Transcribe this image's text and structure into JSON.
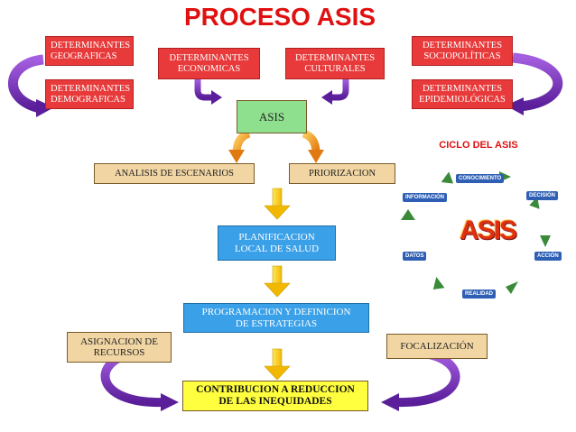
{
  "title": "PROCESO ASIS",
  "boxes": {
    "det_geograficas": "DETERMINANTES\nGEOGRAFICAS",
    "det_demograficas": "DETERMINANTES\nDEMOGRAFICAS",
    "det_economicas": "DETERMINANTES\nECONOMICAS",
    "det_culturales": "DETERMINANTES\nCULTURALES",
    "det_sociopoliticas": "DETERMINANTES\nSOCIOPOLÍTICAS",
    "det_epidemiologicas": "DETERMINANTES\nEPIDEMIOLÓGICAS",
    "asis": "ASIS",
    "analisis": "ANALISIS DE  ESCENARIOS",
    "priorizacion": "PRIORIZACION",
    "planificacion": "PLANIFICACION\nLOCAL DE SALUD",
    "programacion": "PROGRAMACION Y DEFINICION\nDE ESTRATEGIAS",
    "asignacion": "ASIGNACION DE\nRECURSOS",
    "focalizacion": "FOCALIZACIÓN",
    "contribucion": "CONTRIBUCION A REDUCCION\nDE  LAS INEQUIDADES"
  },
  "cycle": {
    "title": "CICLO DEL ASIS",
    "center": "ASIS",
    "steps": {
      "conocimiento": "CONOCIMIENTO",
      "decision": "DECISIÓN",
      "accion": "ACCIÓN",
      "realidad": "REALIDAD",
      "datos": "DATOS",
      "informacion": "INFORMACIÓN"
    }
  },
  "colors": {
    "title": "#e01010",
    "purple_arrow": "#7b2fc4",
    "orange_arrow": "#f0a020",
    "yellow_arrow": "#ffd21a",
    "cycle_arrow": "#3a8a3a"
  }
}
